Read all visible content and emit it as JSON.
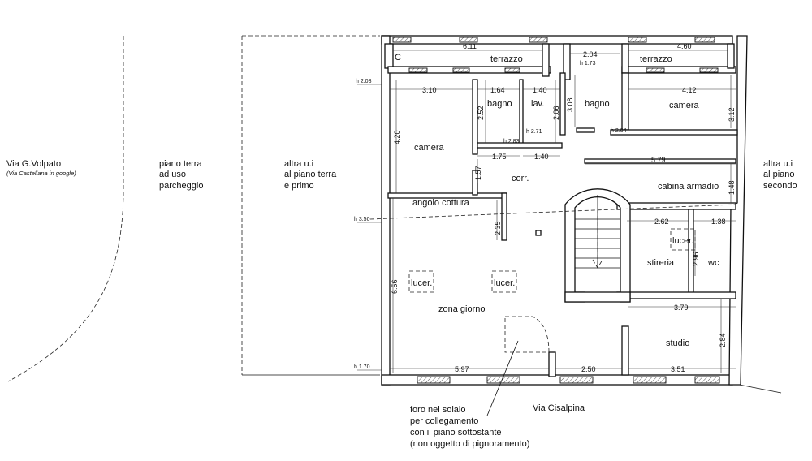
{
  "outside": {
    "street_west": "Via G.Volpato",
    "street_west_note": "(Via Castellana in google)",
    "parking": [
      "piano terra",
      "ad uso",
      "parcheggio"
    ],
    "other_unit_west": [
      "altra u.i",
      "al piano terra",
      "e primo"
    ],
    "other_unit_east": [
      "altra u.i",
      "al piano",
      "secondo"
    ],
    "street_south": "Via Cisalpina",
    "hole_note": [
      "foro nel solaio",
      "per collegamento",
      "con il piano sottostante",
      "(non oggetto di pignoramento)"
    ]
  },
  "rooms": {
    "c": "C",
    "terrazzo_1": "terrazzo",
    "terrazzo_2": "terrazzo",
    "bagno_1": "bagno",
    "lav": "lav.",
    "bagno_2": "bagno",
    "camera_1": "camera",
    "camera_2": "camera",
    "corr": "corr.",
    "cabina": "cabina armadio",
    "angolo": "angolo cottura",
    "stireria": "stireria",
    "wc": "wc",
    "zona": "zona giorno",
    "studio": "studio",
    "lucer_1": "lucer.",
    "lucer_2": "lucer.",
    "lucer_3": "lucer."
  },
  "heights": {
    "h1": "h 2.08",
    "h2": "h 3.50",
    "h3": "h 1.70",
    "h4": "h 1.73",
    "h5": "h 2.83",
    "h6": "h 2.71",
    "h7": "h 2.64"
  },
  "dims": {
    "d_611": "6.11",
    "d_460": "4.60",
    "d_204": "2.04",
    "d_310": "3.10",
    "d_164": "1.64",
    "d_140a": "1.40",
    "d_412": "4.12",
    "d_308": "3.08",
    "d_252": "2.52",
    "d_206": "2.06",
    "d_312": "3.12",
    "d_420": "4.20",
    "d_175": "1.75",
    "d_140b": "1.40",
    "d_579": "5.79",
    "d_157": "1.57",
    "d_148": "1.48",
    "d_262": "2.62",
    "d_138": "1.38",
    "d_235": "2.35",
    "d_296": "2.96",
    "d_656": "6.56",
    "d_379": "3.79",
    "d_284": "2.84",
    "d_597": "5.97",
    "d_250": "2.50",
    "d_351": "3.51"
  }
}
